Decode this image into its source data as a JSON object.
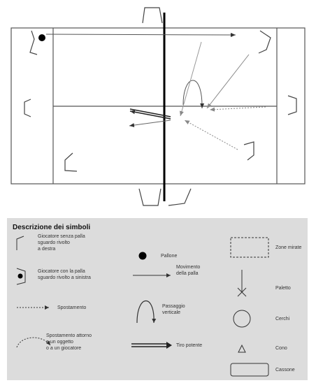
{
  "colors": {
    "ink": "#111111",
    "arrow": "#555555",
    "legend_bg": "#dcdcdc"
  },
  "legend": {
    "title": "Descrizione dei simboli",
    "items": [
      {
        "icon": "player-no-ball-icon",
        "label": "Giocatore senza palla\nsguardo rivolto\na destra"
      },
      {
        "icon": "player-with-ball-icon",
        "label": "Giocatore con la palla\nsguardo rivolto a sinistra"
      },
      {
        "icon": "dashed-arrow-icon",
        "label": "Spostamento"
      },
      {
        "icon": "curved-dashed-arrow-icon",
        "label": "Spostamento attorno\na un oggetto\no a un giocatore"
      },
      {
        "icon": "ball-icon",
        "label": "Pallone"
      },
      {
        "icon": "ball-movement-arrow-icon",
        "label": "Movimento\ndella palla"
      },
      {
        "icon": "vertical-pass-icon",
        "label": "Passaggio\nverticale"
      },
      {
        "icon": "power-shot-icon",
        "label": "Tiro potente"
      },
      {
        "icon": "target-zone-icon",
        "label": "Zone mirate"
      },
      {
        "icon": "pole-icon",
        "label": "Paletto"
      },
      {
        "icon": "hoop-icon",
        "label": "Cerchi"
      },
      {
        "icon": "cone-icon",
        "label": "Cono"
      },
      {
        "icon": "box-icon",
        "label": "Cassone"
      }
    ]
  }
}
